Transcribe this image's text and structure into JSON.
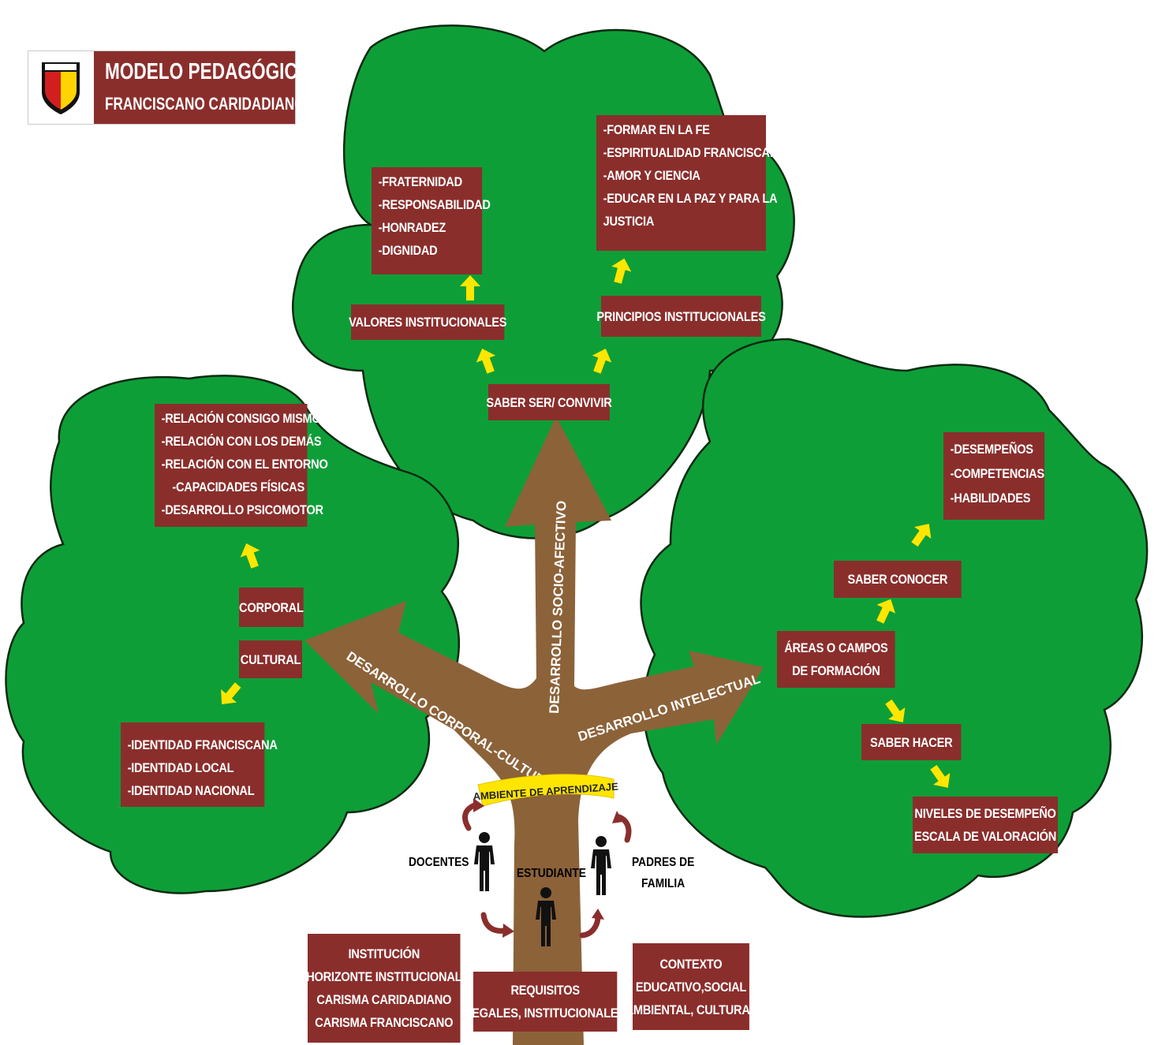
{
  "title": {
    "line1": "MODELO PEDAGÓGICO",
    "line2": "FRANCISCANO CARIDADIANO",
    "logo_icon": "school-crest-icon"
  },
  "colors": {
    "canopy": "#0e9e37",
    "trunk": "#8c6239",
    "box": "#8a2e2c",
    "arrow_yellow": "#ffe600",
    "curved_arrow": "#8a2e2c"
  },
  "branches": {
    "socio_afectivo": "DESARROLLO SOCIO-AFECTIVO",
    "corporal_cultural": "DESARROLLO CORPORAL-CULTURAL",
    "intelectual": "DESARROLLO INTELECTUAL"
  },
  "top": {
    "saber_ser": "SABER SER/ CONVIVIR",
    "valores_label": "VALORES INSTITUCIONALES",
    "valores_items": [
      "-FRATERNIDAD",
      "-RESPONSABILIDAD",
      "-HONRADEZ",
      "-DIGNIDAD"
    ],
    "principios_label": "PRINCIPIOS INSTITUCIONALES",
    "principios_items": [
      "-FORMAR EN LA FE",
      "-ESPIRITUALIDAD FRANCISCANA",
      "-AMOR Y CIENCIA",
      "-EDUCAR EN LA PAZ Y PARA LA",
      "JUSTICIA"
    ]
  },
  "left": {
    "relacion_items": [
      "-RELACIÓN CONSIGO MISMO",
      "-RELACIÓN CON LOS DEMÁS",
      "-RELACIÓN CON EL ENTORNO",
      "-CAPACIDADES FÍSICAS",
      "-DESARROLLO PSICOMOTOR"
    ],
    "corporal": "CORPORAL",
    "cultural": "CULTURAL",
    "identidad_items": [
      "-IDENTIDAD FRANCISCANA",
      "-IDENTIDAD LOCAL",
      "-IDENTIDAD NACIONAL"
    ]
  },
  "right": {
    "desempenos_items": [
      "-DESEMPEÑOS",
      "-COMPETENCIAS",
      "-HABILIDADES"
    ],
    "saber_conocer": "SABER CONOCER",
    "areas_lines": [
      "ÁREAS O CAMPOS",
      "DE FORMACIÓN"
    ],
    "saber_hacer": "SABER HACER",
    "niveles_lines": [
      "NIVELES DE DESEMPEÑO",
      "ESCALA DE VALORACIÓN"
    ]
  },
  "trunk": {
    "ambiente": "AMBIENTE DE APRENDIZAJE",
    "docentes": "DOCENTES",
    "estudiante": "ESTUDIANTE",
    "padres_lines": [
      "PADRES DE",
      "FAMILIA"
    ],
    "person_icon": "person-icon"
  },
  "roots": {
    "institucion_lines": [
      "INSTITUCIÓN",
      "HORIZONTE INSTITUCIONAL",
      "CARISMA CARIDADIANO",
      "CARISMA FRANCISCANO"
    ],
    "requisitos_lines": [
      "REQUISITOS",
      "LEGALES, INSTITUCIONALES"
    ],
    "contexto_lines": [
      "CONTEXTO",
      "EDUCATIVO,SOCIAL",
      "AMBIENTAL, CULTURAL"
    ]
  }
}
